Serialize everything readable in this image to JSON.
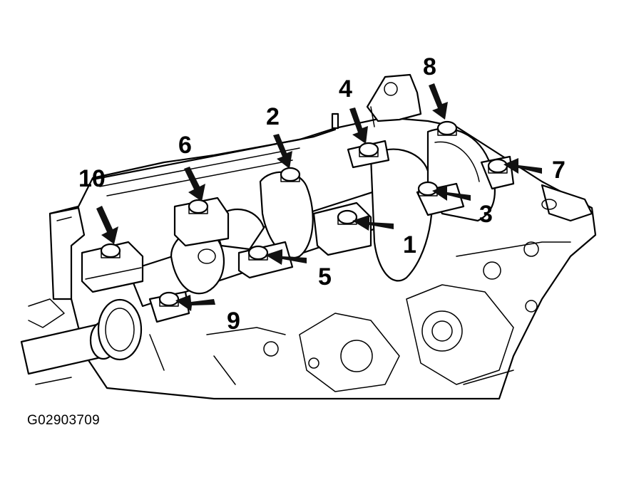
{
  "figure": {
    "caption_id": "G02903709",
    "callouts": [
      "1",
      "2",
      "3",
      "4",
      "5",
      "6",
      "7",
      "8",
      "9",
      "10"
    ]
  },
  "colors": {
    "ink": "#000000",
    "paper": "#ffffff"
  }
}
